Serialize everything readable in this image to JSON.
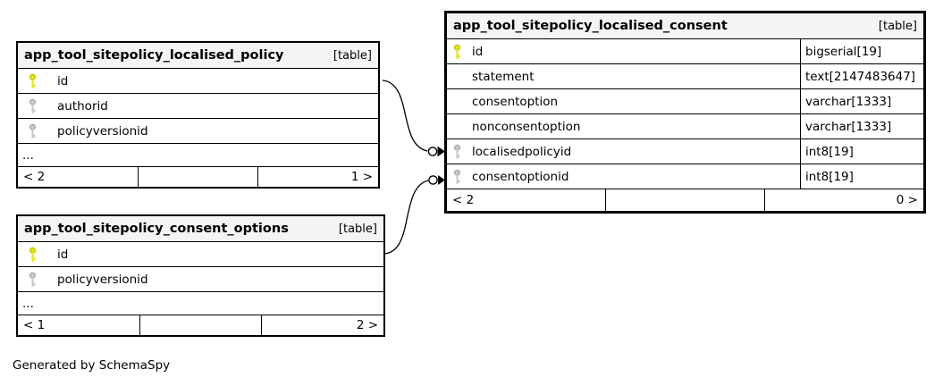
{
  "generator_note": "Generated by SchemaSpy",
  "colors": {
    "background": "#ffffff",
    "table_header_bg": "#f4f4f4",
    "border": "#000000",
    "primary_key": "#e8e806",
    "foreign_key": "#c9c9c9"
  },
  "tables": [
    {
      "name": "app_tool_sitepolicy_localised_policy",
      "tag": "[table]",
      "columns": [
        {
          "name": "id",
          "key": "primary"
        },
        {
          "name": "authorid",
          "key": "foreign"
        },
        {
          "name": "policyversionid",
          "key": "foreign"
        },
        {
          "name": "..."
        }
      ],
      "footer": {
        "left": "< 2",
        "right": "1 >"
      }
    },
    {
      "name": "app_tool_sitepolicy_localised_consent",
      "tag": "[table]",
      "columns": [
        {
          "name": "id",
          "type": "bigserial[19]",
          "key": "primary"
        },
        {
          "name": "statement",
          "type": "text[2147483647]"
        },
        {
          "name": "consentoption",
          "type": "varchar[1333]"
        },
        {
          "name": "nonconsentoption",
          "type": "varchar[1333]"
        },
        {
          "name": "localisedpolicyid",
          "type": "int8[19]",
          "key": "foreign"
        },
        {
          "name": "consentoptionid",
          "type": "int8[19]",
          "key": "foreign"
        }
      ],
      "footer": {
        "left": "< 2",
        "right": "0 >"
      }
    },
    {
      "name": "app_tool_sitepolicy_consent_options",
      "tag": "[table]",
      "columns": [
        {
          "name": "id",
          "key": "primary"
        },
        {
          "name": "policyversionid",
          "key": "foreign"
        },
        {
          "name": "..."
        }
      ],
      "footer": {
        "left": "< 1",
        "right": "2 >"
      }
    }
  ],
  "relationships": [
    {
      "from": "app_tool_sitepolicy_localised_policy.id",
      "to": "app_tool_sitepolicy_localised_consent.localisedpolicyid"
    },
    {
      "from": "app_tool_sitepolicy_consent_options.id",
      "to": "app_tool_sitepolicy_localised_consent.consentoptionid"
    }
  ]
}
